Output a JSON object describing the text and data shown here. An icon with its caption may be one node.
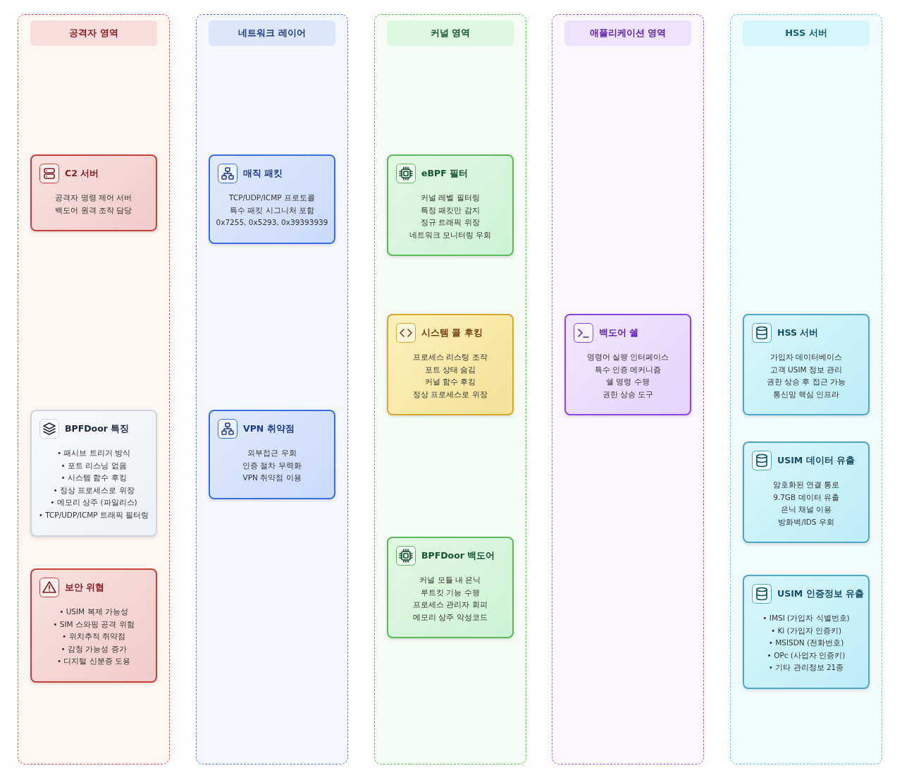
{
  "diagram": {
    "nodes": [
      {
        "text": [
          "공격자 영역"
        ]
      },
      {
        "text": [
          "C2 서버",
          "공격자 명령 제어 서버",
          "백도어 원격 조작 담당"
        ],
        "in": 0
      },
      {
        "text": [
          "BPFDoor 특징",
          "• 패시브 트리거 방식",
          "• 포트 리스닝 없음",
          "• 시스템 함수 후킹",
          "• 정상 프로세스로 위장",
          "• 메모리 상주 (파일리스)",
          "• TCP/UDP/ICMP 트래픽 필터링"
        ],
        "in": 0
      },
      {
        "text": [
          "보안 위협",
          "• USIM 복제 가능성",
          "• SIM 스와핑 공격 위험",
          "• 위치추적 취약점",
          "• 감청 가능성 증가",
          "• 디지털 신분증 도용"
        ],
        "in": 0
      },
      {
        "text": [
          "네트워크 레이어"
        ]
      },
      {
        "text": [
          "매직 패킷",
          "TCP/UDP/ICMP 프로토콜",
          "특수 패킷 시그니처 포함",
          "0x7255, 0x5293, 0x39393939"
        ],
        "in": 4
      },
      {
        "text": [
          "VPN 취약점",
          "외부접근 우회",
          "인증 절차 무력화",
          "VPN 취약점 이용"
        ],
        "in": 4
      },
      {
        "text": [
          "커널 영역"
        ]
      },
      {
        "text": [
          "eBPF 필터",
          "커널 레벨 필터링",
          "특정 패킷만 감지",
          "정규 트래픽 위장",
          "네트워크 모니터링 우회"
        ],
        "in": 7
      },
      {
        "text": [
          "시스템 콜 후킹",
          "프로세스 리스팅 조작",
          "포트 상태 숨김",
          "커널 함수 후킹",
          "정상 프로세스로 위장"
        ],
        "in": 7
      },
      {
        "text": [
          "BPFDoor 백도어",
          "커널 모듈 내 은닉",
          "루트킷 기능 수행",
          "프로세스 관리자 회피",
          "메모리 상주 악성코드"
        ],
        "in": 7
      },
      {
        "text": [
          "애플리케이션 영역"
        ]
      },
      {
        "text": [
          "백도어 쉘",
          "명령어 실행 인터페이스",
          "특수 인증 메커니즘",
          "쉘 명령 수행",
          "권한 상승 도구"
        ],
        "in": 11
      },
      {
        "text": [
          "HSS 서버"
        ]
      },
      {
        "text": [
          "HSS 서버",
          "가입자 데이터베이스",
          "고객 USIM 정보 관리",
          "권한 상승 후 접근 가능",
          "통신망 핵심 인프라"
        ],
        "in": 13
      },
      {
        "text": [
          "USIM 데이터 유출",
          "암호화된 연결 통로",
          "9.7GB 데이터 유출",
          "은닉 채널 이용",
          "방화벽/IDS 우회"
        ],
        "in": 13
      },
      {
        "text": [
          "USIM 인증정보 유출",
          "• IMSI (가입자 식별번호)",
          "• Ki (가입자 인증키)",
          "• MSISDN (전화번호)",
          "• OPc (사업자 인증키)",
          "• 기타 관리정보 21종"
        ],
        "in": 13
      }
    ],
    "edges": []
  }
}
